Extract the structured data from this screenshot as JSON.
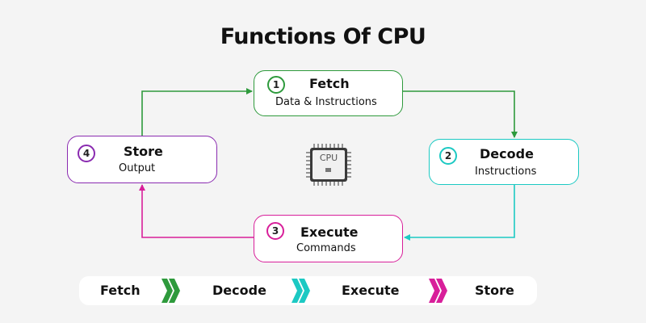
{
  "title": "Functions Of CPU",
  "nodes": {
    "fetch": {
      "number": "1",
      "title": "Fetch",
      "subtitle": "Data & Instructions"
    },
    "decode": {
      "number": "2",
      "title": "Decode",
      "subtitle": "Instructions"
    },
    "execute": {
      "number": "3",
      "title": "Execute",
      "subtitle": "Commands"
    },
    "store": {
      "number": "4",
      "title": "Store",
      "subtitle": "Output"
    }
  },
  "center_icon": {
    "icon": "cpu-chip-icon",
    "label": "CPU"
  },
  "pipeline": [
    "Fetch",
    "Decode",
    "Execute",
    "Store"
  ],
  "colors": {
    "fetch": "#2e9a3c",
    "decode": "#1cc9c3",
    "execute": "#d81f9a",
    "store": "#8a2bb0",
    "background": "#f4f4f4"
  }
}
